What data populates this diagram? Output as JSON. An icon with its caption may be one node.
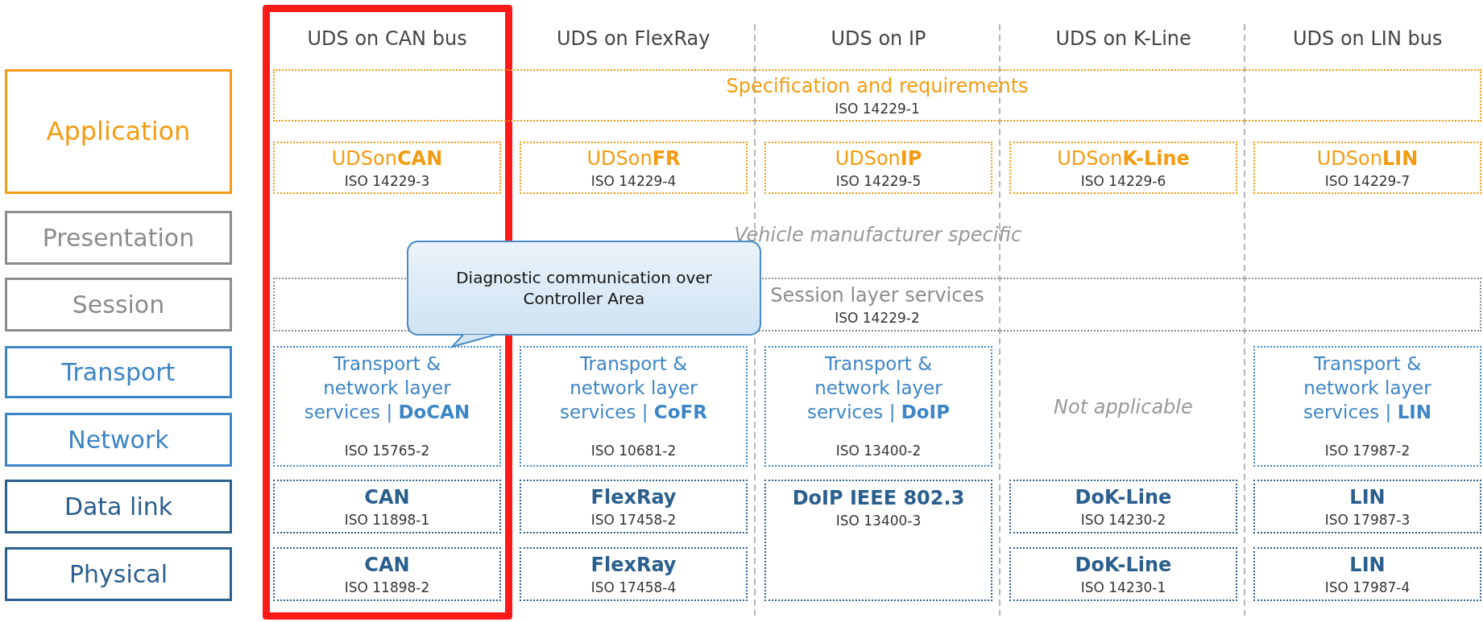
{
  "diagram": {
    "nodes": [
      {
        "text": [],
        "shape": "box"
      },
      {
        "text": [
          "Application"
        ]
      },
      {
        "text": [
          "Specification and requirements",
          "ISO 14229-1"
        ]
      },
      {
        "text": [
          "UDSon**CAN**",
          "ISO 14229-3"
        ],
        "in": 0
      },
      {
        "text": [
          "UDSon**FR**",
          "ISO 14229-4"
        ]
      },
      {
        "text": [
          "UDSon**IP**",
          "ISO 14229-5"
        ]
      },
      {
        "text": [
          "UDSon**K-Line**",
          "ISO 14229-6"
        ]
      },
      {
        "text": [
          "UDSon**LIN**",
          "ISO 14229-7"
        ]
      },
      {
        "text": [
          "Presentation"
        ]
      },
      {
        "text": [
          "Session"
        ]
      },
      {
        "text": [
          "Session layer services",
          "ISO 14229-2"
        ]
      },
      {
        "text": [
          "Diagnostic communication over Controller Area"
        ]
      },
      {
        "text": [
          "Transport"
        ]
      },
      {
        "text": [
          "Transport & network layer services | **DoCAN**",
          "ISO 15765-2"
        ],
        "in": 0
      },
      {
        "text": [
          "Transport & network layer services | **CoFR**",
          "ISO 10681-2"
        ]
      },
      {
        "text": [
          "Transport & network layer services | **DoIP**",
          "ISO 13400-2"
        ]
      },
      {
        "text": [
          "Transport & network layer services | **LIN**",
          "ISO 17987-2"
        ]
      },
      {
        "text": [
          "Network"
        ]
      },
      {
        "text": [
          "Data link"
        ]
      },
      {
        "text": [
          "CAN",
          "ISO 11898-1"
        ],
        "in": 0
      },
      {
        "text": [
          "FlexRay",
          "ISO 17458-2"
        ]
      },
      {
        "text": [
          "DoIP IEEE 802.3",
          "ISO 13400-3"
        ]
      },
      {
        "text": [
          "DoK-Line",
          "ISO 14230-2"
        ]
      },
      {
        "text": [
          "LIN",
          "ISO 17987-3"
        ]
      },
      {
        "text": [
          "Physical"
        ]
      },
      {
        "text": [
          "CAN",
          "ISO 11898-2"
        ],
        "in": 0
      },
      {
        "text": [
          "FlexRay",
          "ISO 17458-4"
        ]
      },
      {
        "text": [
          "DoK-Line",
          "ISO 14230-1"
        ]
      },
      {
        "text": [
          "LIN",
          "ISO 17987-4"
        ]
      }
    ],
    "edges": [
      {
        "from": 11,
        "to": 13,
        "arrow": "none"
      }
    ],
    "labels": [
      "UDS on CAN bus",
      "UDS on FlexRay",
      "UDS on IP",
      "UDS on K-Line",
      "UDS on LIN bus",
      "Vehicle manufacturer specific",
      "Not applicable"
    ]
  }
}
